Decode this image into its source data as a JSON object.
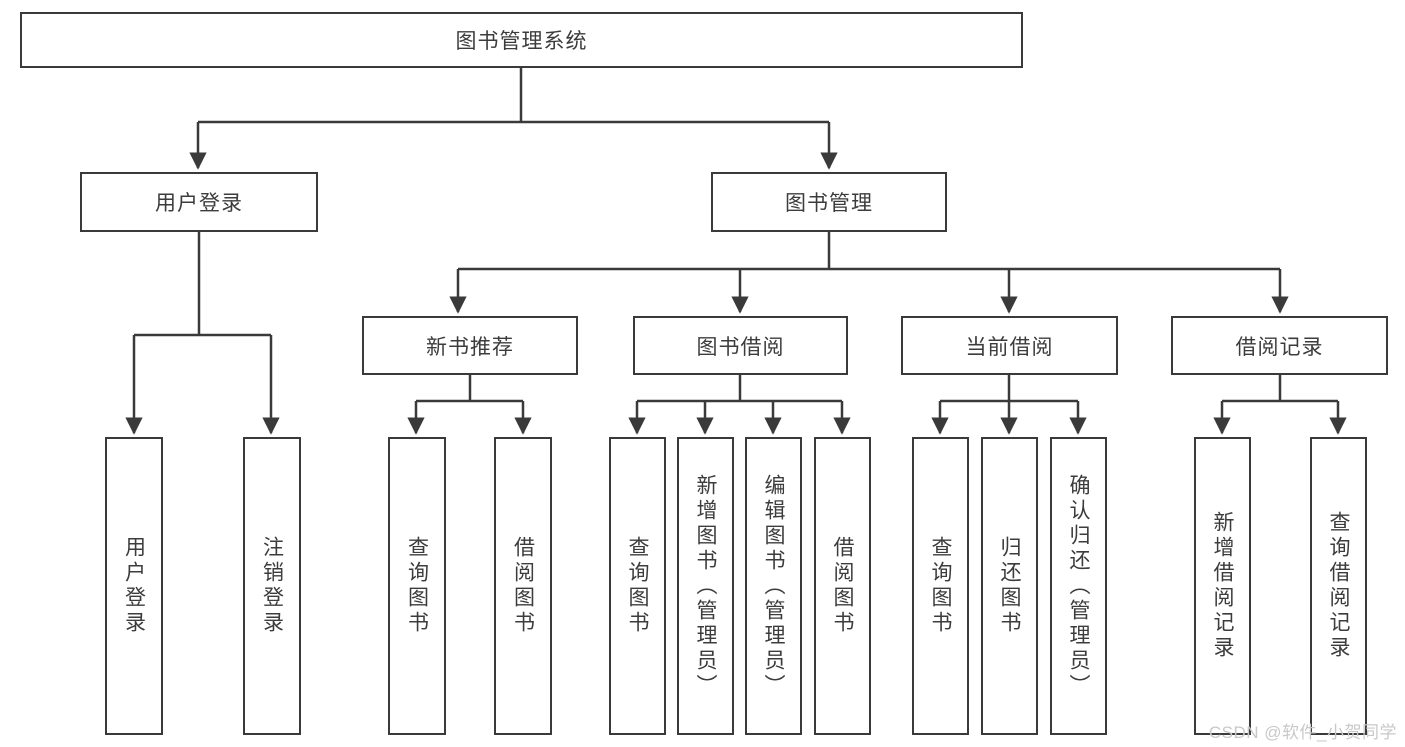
{
  "diagram": {
    "title": "图书管理系统",
    "watermark": "CSDN @软件_小贺同学",
    "colors": {
      "stroke": "#3a3a3a",
      "text": "#3c3c3c",
      "background": "#ffffff",
      "watermark": "#c8c8c8"
    },
    "level1": {
      "label": "图书管理系统"
    },
    "level2": [
      {
        "label": "用户登录"
      },
      {
        "label": "图书管理"
      }
    ],
    "level3": [
      {
        "label": "新书推荐"
      },
      {
        "label": "图书借阅"
      },
      {
        "label": "当前借阅"
      },
      {
        "label": "借阅记录"
      }
    ],
    "leaves": {
      "user_login": [
        {
          "label": "用户登录"
        },
        {
          "label": "注销登录"
        }
      ],
      "new_book_recommend": [
        {
          "label": "查询图书"
        },
        {
          "label": "借阅图书"
        }
      ],
      "book_borrow": [
        {
          "label": "查询图书"
        },
        {
          "label": "新增图书（管理员）"
        },
        {
          "label": "编辑图书（管理员）"
        },
        {
          "label": "借阅图书"
        }
      ],
      "current_borrow": [
        {
          "label": "查询图书"
        },
        {
          "label": "归还图书"
        },
        {
          "label": "确认归还（管理员）"
        }
      ],
      "borrow_record": [
        {
          "label": "新增借阅记录"
        },
        {
          "label": "查询借阅记录"
        }
      ]
    }
  }
}
